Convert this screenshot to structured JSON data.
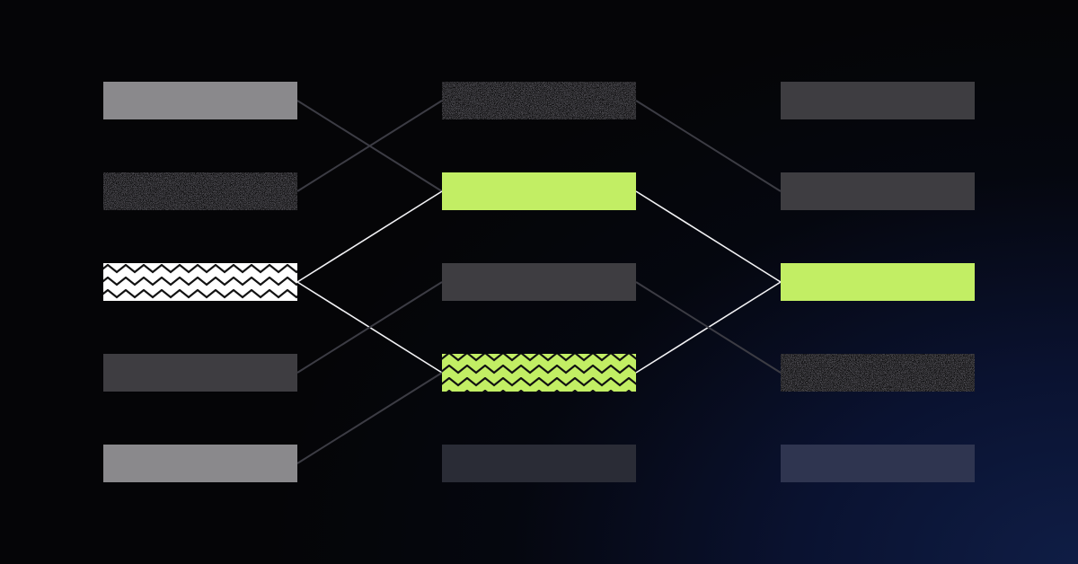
{
  "colors": {
    "background": "#050507",
    "accent": "#c2ee64",
    "light_gray": "#8a898c",
    "dark_gray": "#3e3d41",
    "dim_gray": "#2a2c36",
    "navy_gray": "#2f3550",
    "white": "#ffffff",
    "connector_dim": "#3c3c44",
    "connector_bright": "#f2f2f5"
  },
  "columns": [
    {
      "id": "left",
      "blocks": [
        {
          "fill": "light_gray"
        },
        {
          "fill": "noise"
        },
        {
          "fill": "zigzag_white"
        },
        {
          "fill": "dark_gray"
        },
        {
          "fill": "light_gray"
        }
      ]
    },
    {
      "id": "middle",
      "blocks": [
        {
          "fill": "noise"
        },
        {
          "fill": "accent"
        },
        {
          "fill": "dark_gray"
        },
        {
          "fill": "zigzag_green"
        },
        {
          "fill": "dim_gray"
        }
      ]
    },
    {
      "id": "right",
      "blocks": [
        {
          "fill": "dark_gray"
        },
        {
          "fill": "dark_gray"
        },
        {
          "fill": "accent"
        },
        {
          "fill": "noise"
        },
        {
          "fill": "navy_gray"
        }
      ]
    }
  ],
  "connections": [
    {
      "from": [
        "left",
        0
      ],
      "to": [
        "middle",
        1
      ],
      "style": "dim"
    },
    {
      "from": [
        "left",
        1
      ],
      "to": [
        "middle",
        0
      ],
      "style": "dim"
    },
    {
      "from": [
        "left",
        2
      ],
      "to": [
        "middle",
        1
      ],
      "style": "bright"
    },
    {
      "from": [
        "left",
        2
      ],
      "to": [
        "middle",
        3
      ],
      "style": "bright"
    },
    {
      "from": [
        "left",
        3
      ],
      "to": [
        "middle",
        2
      ],
      "style": "dim"
    },
    {
      "from": [
        "left",
        4
      ],
      "to": [
        "middle",
        3
      ],
      "style": "dim"
    },
    {
      "from": [
        "middle",
        0
      ],
      "to": [
        "right",
        1
      ],
      "style": "dim"
    },
    {
      "from": [
        "middle",
        1
      ],
      "to": [
        "right",
        2
      ],
      "style": "bright"
    },
    {
      "from": [
        "middle",
        3
      ],
      "to": [
        "right",
        2
      ],
      "style": "bright"
    },
    {
      "from": [
        "middle",
        2
      ],
      "to": [
        "right",
        3
      ],
      "style": "dim"
    }
  ]
}
